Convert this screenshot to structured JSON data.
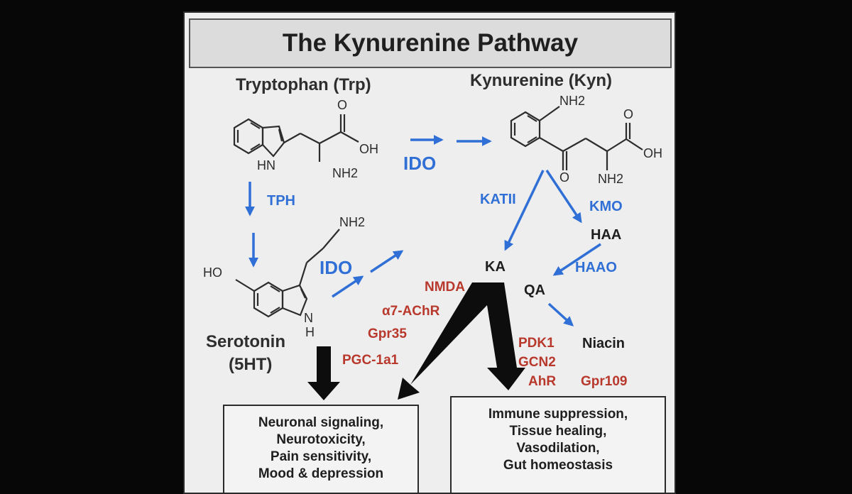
{
  "title": "The Kynurenine Pathway",
  "molecules": {
    "tryptophan": "Tryptophan (Trp)",
    "kynurenine": "Kynurenine (Kyn)",
    "serotonin_line1": "Serotonin",
    "serotonin_line2": "(5HT)",
    "ka": "KA",
    "haa": "HAA",
    "qa": "QA",
    "niacin": "Niacin"
  },
  "atoms": {
    "trp_o": "O",
    "trp_oh": "OH",
    "trp_hn": "HN",
    "trp_nh2": "NH2",
    "kyn_nh2_top": "NH2",
    "kyn_o_top": "O",
    "kyn_oh": "OH",
    "kyn_o_bottom": "O",
    "kyn_nh2_bottom": "NH2",
    "ser_nh2": "NH2",
    "ser_ho": "HO",
    "ser_n": "N",
    "ser_h": "H"
  },
  "enzymes": {
    "ido_top": "IDO",
    "tph": "TPH",
    "ido_serotonin": "IDO",
    "katii": "KATII",
    "kmo": "KMO",
    "haao": "HAAO"
  },
  "receptors_left": [
    "NMDA",
    "α7-AChR",
    "Gpr35",
    "PGC-1a1"
  ],
  "receptors_right": [
    "PDK1",
    "GCN2",
    "AhR"
  ],
  "receptor_niacin": "Gpr109",
  "outcome_boxes": [
    {
      "lines": [
        "Neuronal signaling,",
        "Neurotoxicity,",
        "Pain sensitivity,",
        "Mood & depression"
      ]
    },
    {
      "lines": [
        "Immune suppression,",
        "Tissue healing,",
        "Vasodilation,",
        "Gut homeostasis"
      ]
    }
  ],
  "colors": {
    "enzyme_blue": "#2f6fd6",
    "receptor_red": "#b8382c",
    "slide_bg": "#eeeeee",
    "monitor_black": "#070707"
  }
}
